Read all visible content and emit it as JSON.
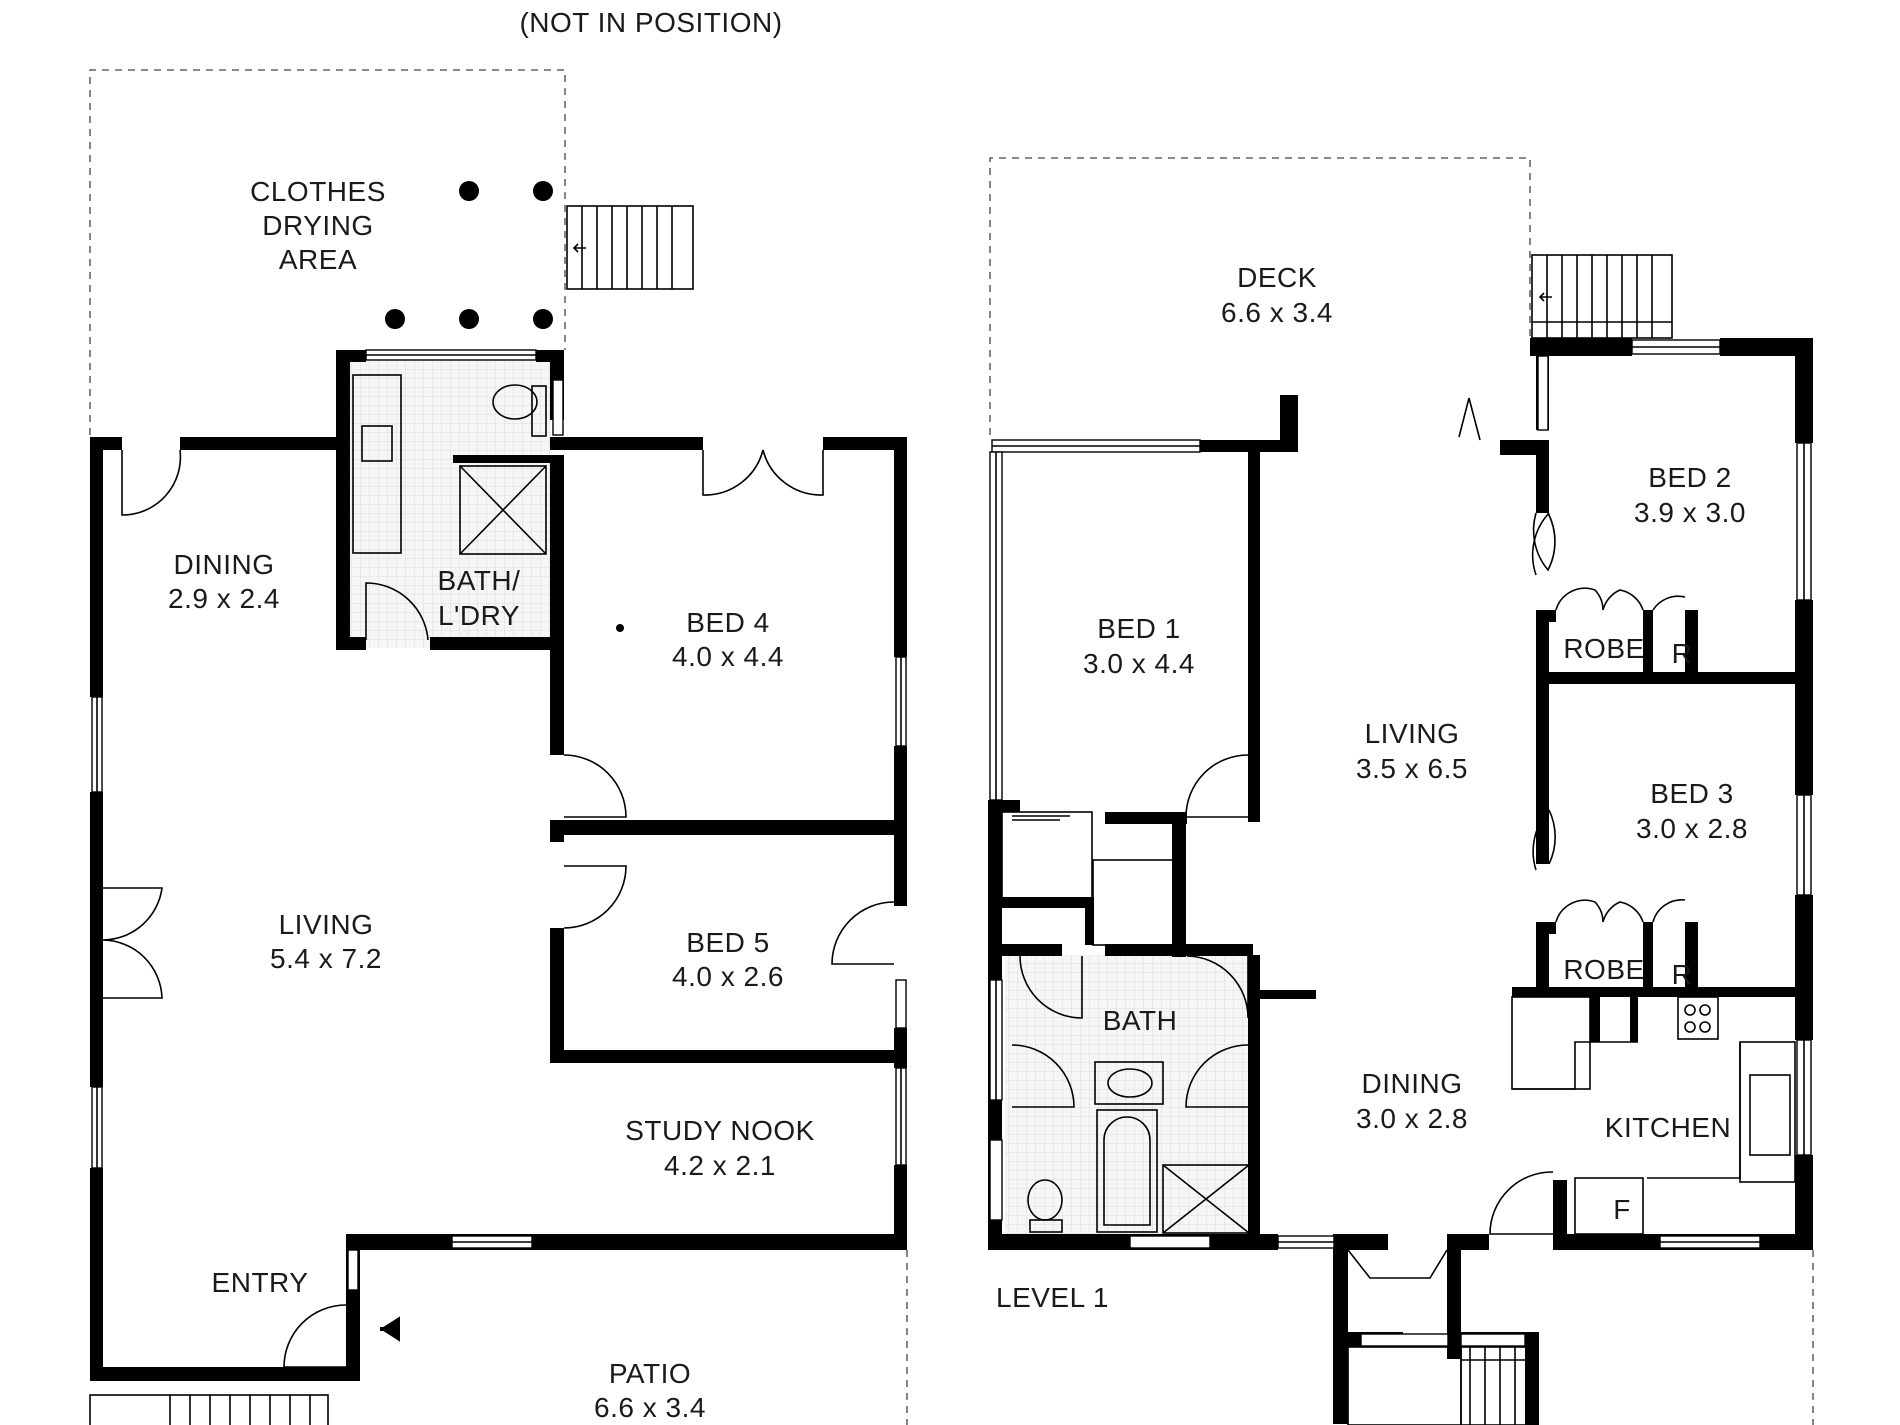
{
  "header": {
    "note": "(NOT IN POSITION)"
  },
  "level_label": "LEVEL 1",
  "rooms": {
    "clothes_line1": "CLOTHES",
    "clothes_line2": "DRYING",
    "clothes_line3": "AREA",
    "dining_left": {
      "name": "DINING",
      "size": "2.9 x 2.4"
    },
    "bath_laundry": {
      "line1": "BATH/",
      "line2": "L'DRY"
    },
    "bed4": {
      "name": "BED 4",
      "size": "4.0 x 4.4"
    },
    "living_left": {
      "name": "LIVING",
      "size": "5.4 x 7.2"
    },
    "bed5": {
      "name": "BED 5",
      "size": "4.0 x 2.6"
    },
    "study": {
      "name": "STUDY NOOK",
      "size": "4.2 x 2.1"
    },
    "entry": {
      "name": "ENTRY"
    },
    "patio": {
      "name": "PATIO",
      "size": "6.6 x 3.4"
    },
    "deck": {
      "name": "DECK",
      "size": "6.6 x 3.4"
    },
    "bed1": {
      "name": "BED 1",
      "size": "3.0 x 4.4"
    },
    "living_right": {
      "name": "LIVING",
      "size": "3.5 x 6.5"
    },
    "bed2": {
      "name": "BED 2",
      "size": "3.9 x 3.0"
    },
    "robe_upper": "ROBE",
    "r_upper": "R",
    "bed3": {
      "name": "BED 3",
      "size": "3.0 x 2.8"
    },
    "robe_lower": "ROBE",
    "r_lower": "R",
    "bath_right": {
      "name": "BATH"
    },
    "dining_right": {
      "name": "DINING",
      "size": "3.0 x 2.8"
    },
    "kitchen": {
      "name": "KITCHEN"
    },
    "fridge": "F"
  }
}
